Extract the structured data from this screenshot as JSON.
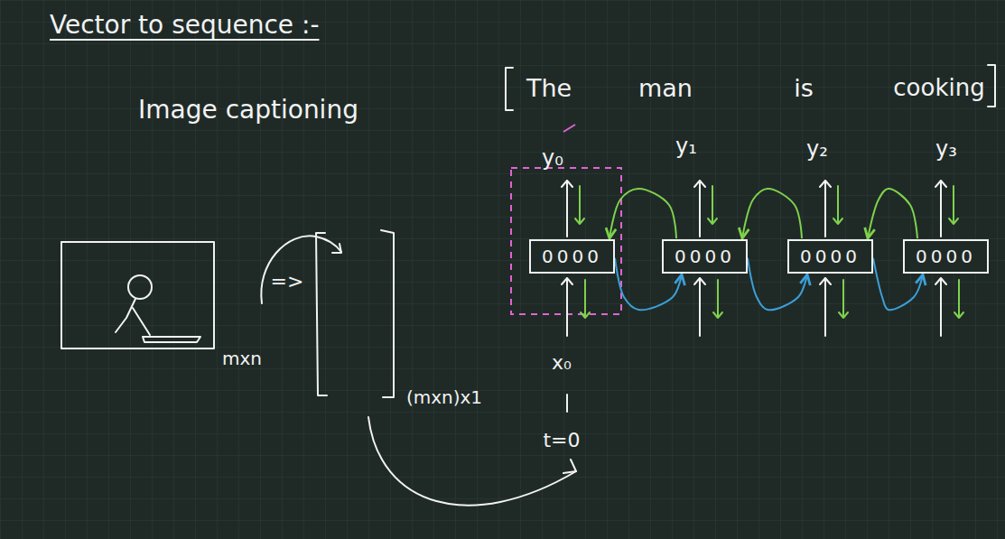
{
  "diagram": {
    "title": "Vector to sequence :-",
    "nodes": [
      {
        "text": [
          "0000"
        ]
      },
      {
        "text": [
          "0000"
        ]
      },
      {
        "text": [
          "0000"
        ]
      },
      {
        "text": [
          "0000"
        ]
      }
    ],
    "edges": [
      {
        "from": 0,
        "to": 1,
        "arrow": "to"
      },
      {
        "from": 1,
        "to": 0,
        "arrow": "to"
      },
      {
        "from": 1,
        "to": 2,
        "arrow": "to"
      },
      {
        "from": 2,
        "to": 1,
        "arrow": "to"
      },
      {
        "from": 2,
        "to": 3,
        "arrow": "to"
      },
      {
        "from": 3,
        "to": 2,
        "arrow": "to"
      }
    ],
    "labels": [
      "Image captioning",
      "The",
      "man",
      "is",
      "cooking",
      "y₀",
      "y₁",
      "y₂",
      "y₃",
      "mxn",
      "=>",
      "(mxn)x1",
      "x₀",
      "t=0"
    ]
  }
}
